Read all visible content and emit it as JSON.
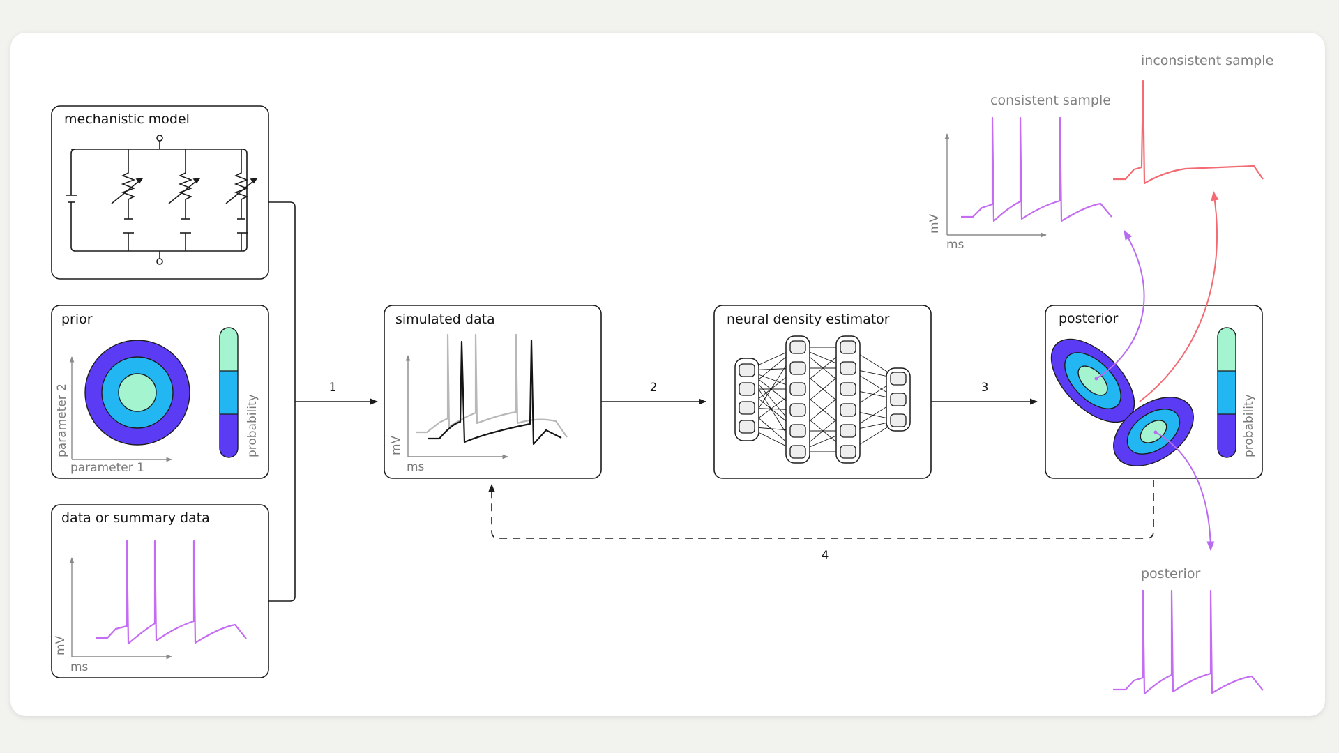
{
  "boxes": {
    "mechanistic_model": "mechanistic model",
    "prior": "prior",
    "data": "data or summary data",
    "simulated": "simulated data",
    "nde": "neural density estimator",
    "posterior": "posterior"
  },
  "axes": {
    "parameter1": "parameter 1",
    "parameter2": "parameter 2",
    "probability": "probability",
    "mv": "mV",
    "ms": "ms"
  },
  "steps": [
    "1",
    "2",
    "3",
    "4"
  ],
  "outputs": {
    "consistent": "consistent sample",
    "inconsistent": "inconsistent sample",
    "posterior": "posterior"
  },
  "colors": {
    "trace_purple": "#c46cf2",
    "trace_red": "#f26a72",
    "sim_gray": "#b8b8b8",
    "dark_blue": "#5c3bf5",
    "mid_blue": "#22b6f2",
    "light_green": "#a4f4cf",
    "arrow_purple": "#b86cf2",
    "arrow_red": "#f26a72"
  }
}
